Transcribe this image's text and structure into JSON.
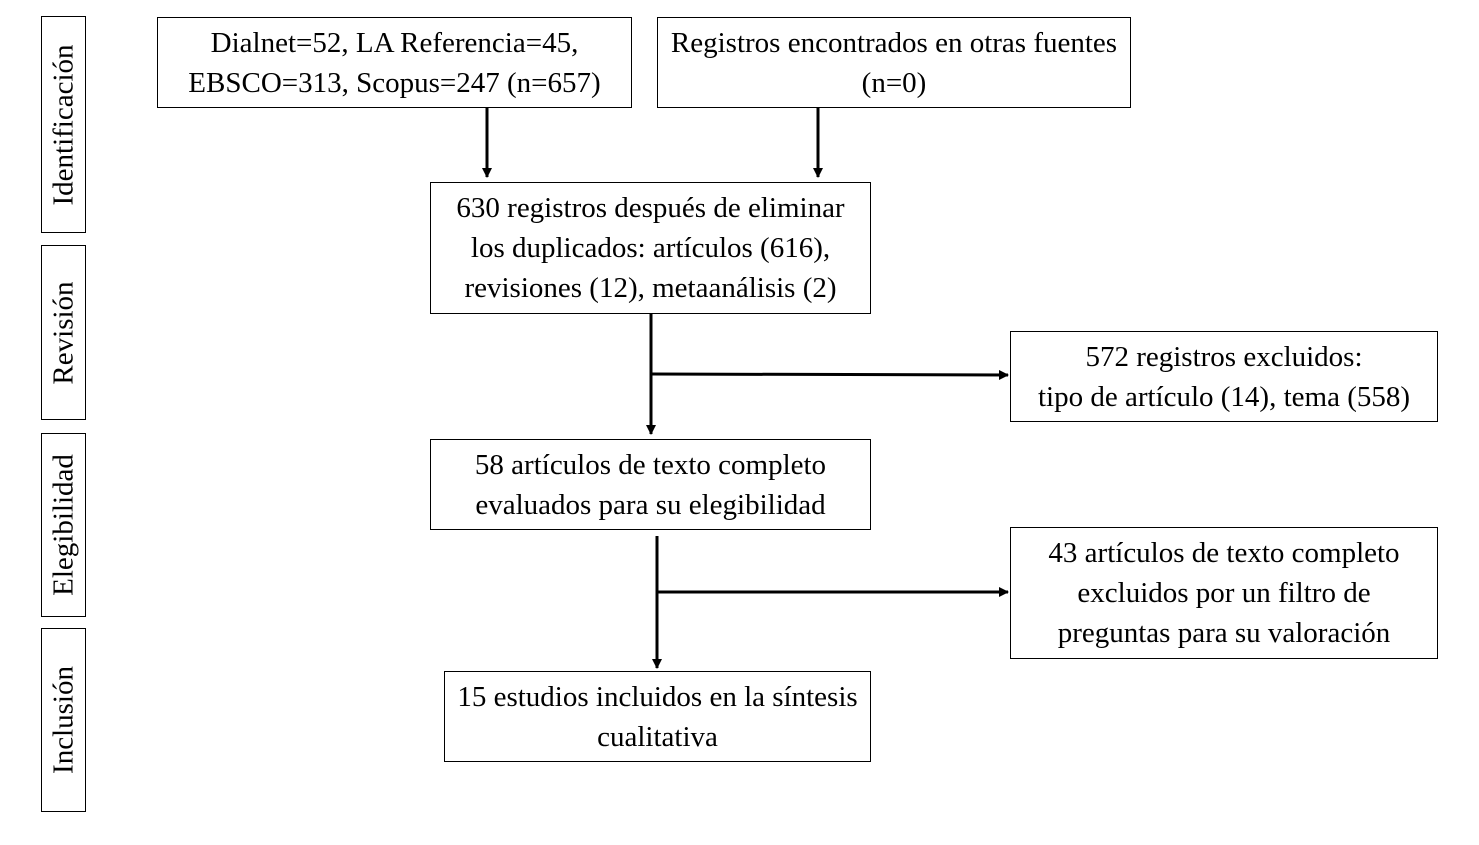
{
  "stages": {
    "identification": "Identificación",
    "review": "Revisión",
    "eligibility": "Elegibilidad",
    "inclusion": "Inclusión"
  },
  "boxes": {
    "databases": {
      "line1": "Dialnet=52, LA Referencia=45,",
      "line2": "EBSCO=313, Scopus=247 (n=657)"
    },
    "other_sources": {
      "line1": "Registros encontrados en otras fuentes",
      "line2": "(n=0)"
    },
    "after_duplicates": {
      "line1": "630 registros después de eliminar",
      "line2": "los duplicados: artículos (616),",
      "line3": "revisiones (12), metaanálisis (2)"
    },
    "excluded_records": {
      "line1": "572 registros excluidos:",
      "line2": "tipo de artículo (14), tema (558)"
    },
    "full_text_assessed": {
      "line1": "58 artículos de texto completo",
      "line2": "evaluados para su elegibilidad"
    },
    "full_text_excluded": {
      "line1": "43 artículos de texto completo",
      "line2": "excluidos por un filtro de",
      "line3": "preguntas para su valoración"
    },
    "included": {
      "line1": "15 estudios incluidos en la síntesis",
      "line2": "cualitativa"
    }
  }
}
